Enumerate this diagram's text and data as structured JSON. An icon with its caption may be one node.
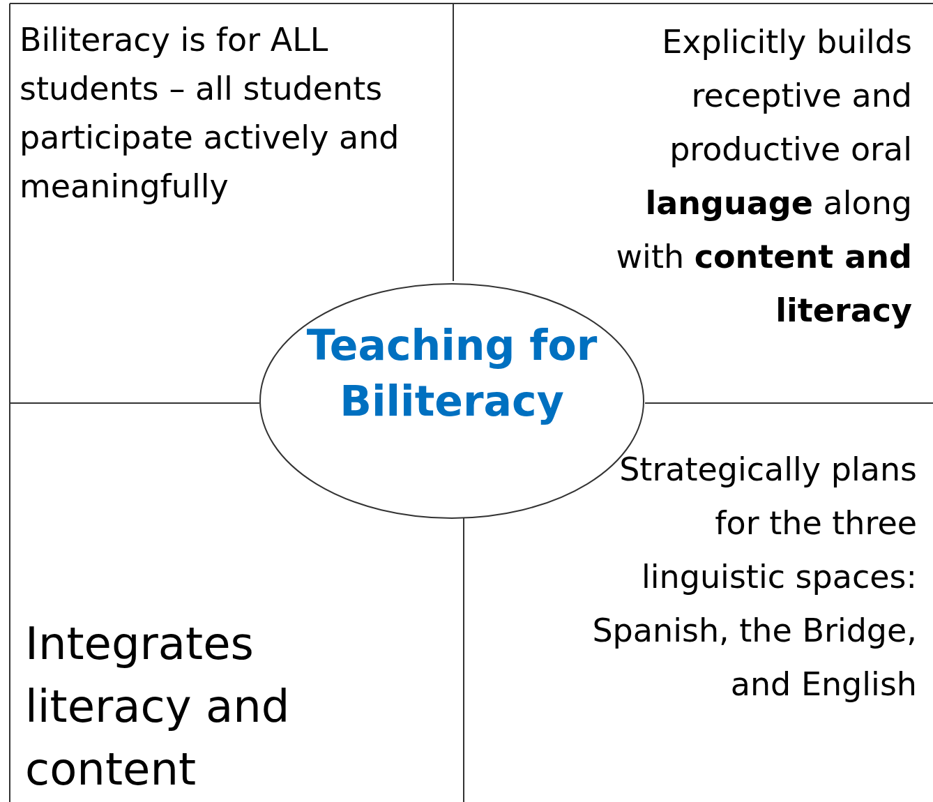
{
  "diagram": {
    "nodes": [
      {
        "text": [
          "Biliteracy is for ALL students – all students participate actively and meaningfully"
        ]
      },
      {
        "text": [
          "Explicitly builds receptive and productive oral **language** along with **content and literacy**"
        ]
      },
      {
        "text": [
          "Teaching for Biliteracy"
        ]
      },
      {
        "text": [
          "Integrates literacy and content"
        ]
      },
      {
        "text": [
          "Strategically plans for the three linguistic spaces: Spanish, the Bridge, and English"
        ]
      }
    ],
    "edges": []
  }
}
